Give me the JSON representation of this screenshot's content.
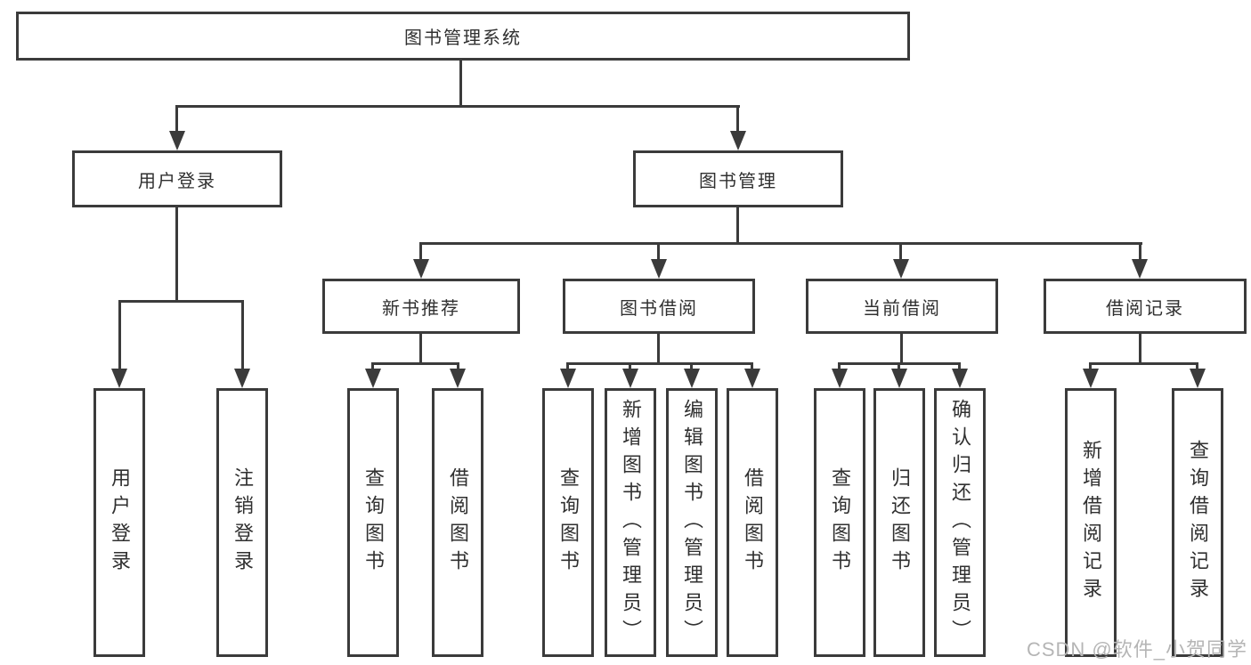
{
  "diagram": {
    "root": {
      "label": "图书管理系统"
    },
    "branches": [
      {
        "label": "用户登录",
        "leaves": [
          "用户登录",
          "注销登录"
        ]
      },
      {
        "label": "图书管理",
        "groups": [
          {
            "label": "新书推荐",
            "leaves": [
              "查询图书",
              "借阅图书"
            ]
          },
          {
            "label": "图书借阅",
            "leaves": [
              "查询图书",
              "新增图书（管理员）",
              "编辑图书（管理员）",
              "借阅图书"
            ]
          },
          {
            "label": "当前借阅",
            "leaves": [
              "查询图书",
              "归还图书",
              "确认归还（管理员）"
            ]
          },
          {
            "label": "借阅记录",
            "leaves": [
              "新增借阅记录",
              "查询借阅记录"
            ]
          }
        ]
      }
    ]
  },
  "watermark": {
    "text": "CSDN @软件_小贺同学"
  },
  "colors": {
    "line": "#3b3b3b",
    "text": "#303030",
    "watermark": "#b5b5b5",
    "background": "#ffffff"
  }
}
